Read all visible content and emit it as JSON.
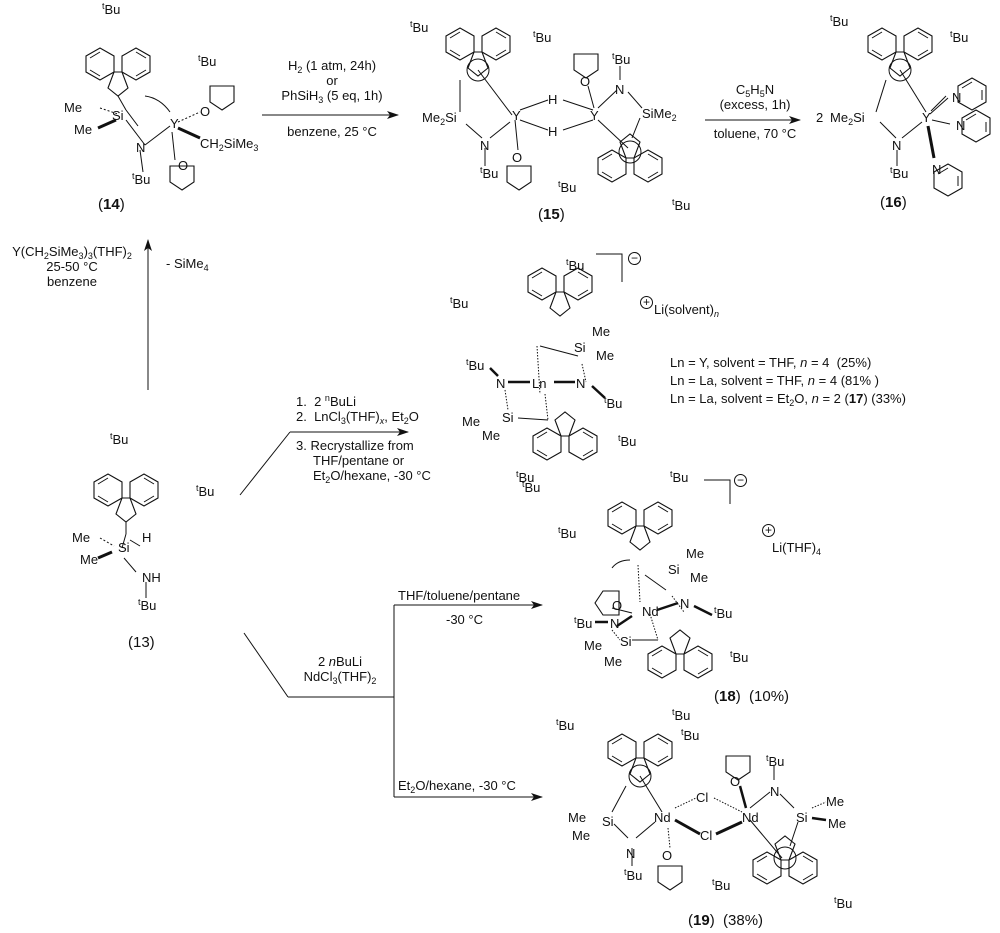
{
  "compounds": {
    "c13": {
      "label": "(13)"
    },
    "c14": {
      "label": "(14)"
    },
    "c15": {
      "label": "(15)"
    },
    "c16": {
      "label": "(16)",
      "prefix": "2"
    },
    "c17": {
      "cation": "Li(solvent)n",
      "ln_variants": [
        "Ln = Y, solvent = THF, n = 4  (25%)",
        "Ln = La, solvent = THF, n = 4 (81% )",
        "Ln = La, solvent = Et2O, n = 2 (17) (33%)"
      ]
    },
    "c18": {
      "label": "(18)",
      "yield": "(10%)",
      "cation": "Li(THF)4"
    },
    "c19": {
      "label": "(19)",
      "yield": "(38%)"
    }
  },
  "arrows": {
    "a13_14": {
      "reagent": "Y(CH2SiMe3)3(THF)2",
      "temp": "25-50 °C",
      "solvent": "benzene",
      "byproduct": "- SiMe4"
    },
    "a14_15": {
      "line1": "H2 (1 atm, 24h)",
      "line2": "or",
      "line3": "PhSiH3 (5 eq, 1h)",
      "below": "benzene, 25 °C"
    },
    "a15_16": {
      "line1": "C5H5N",
      "line2": "(excess, 1h)",
      "below": "toluene, 70 °C"
    },
    "a13_17": {
      "step1": "1.  2 nBuLi",
      "step2": "2.  LnCl3(THF)x, Et2O",
      "step3a": "3.  Recrystallize from",
      "step3b": "THF/pentane or",
      "step3c": "Et2O/hexane, -30 °C"
    },
    "a13_nd": {
      "line1": "2 nBuLi",
      "line2": "NdCl3(THF)2"
    },
    "a_nd_18": {
      "above": "THF/toluene/pentane",
      "below": "-30 °C"
    },
    "a_nd_19": {
      "above": "Et2O/hexane, -30 °C"
    }
  },
  "atoms": {
    "tbu": "tBu",
    "me": "Me",
    "si": "Si",
    "n": "N",
    "y": "Y",
    "ln": "Ln",
    "nd": "Nd",
    "h": "H",
    "o": "O",
    "cl": "Cl",
    "nh": "NH",
    "me2si": "Me2Si",
    "sime2": "SiMe2",
    "ch2sime3": "CH2SiMe3"
  },
  "colors": {
    "ink": "#111111",
    "background": "#ffffff"
  }
}
